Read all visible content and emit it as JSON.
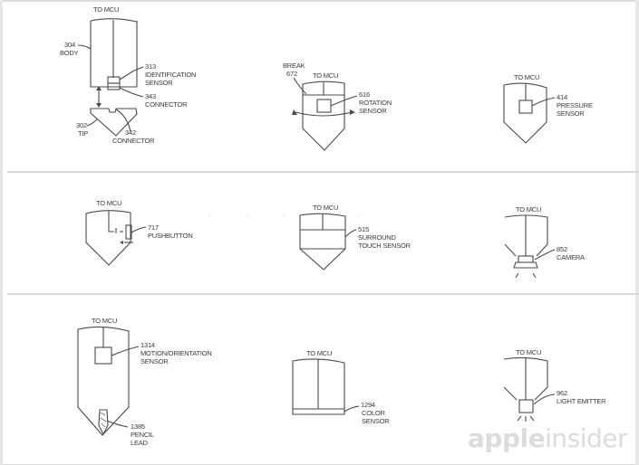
{
  "figure": {
    "type": "patent-drawing",
    "common_label": "TO MCU",
    "rows": [
      {
        "panels": [
          {
            "id": "identification-sensor-stylus",
            "top_label": "TO MCU",
            "callouts": [
              {
                "number": "304",
                "text": "BODY"
              },
              {
                "number": "313",
                "text": "IDENTIFICATION SENSOR",
                "line1": "IDENTIFICATION",
                "line2": "SENSOR"
              },
              {
                "number": "343",
                "text": "CONNECTOR"
              },
              {
                "number": "302",
                "text": "TIP"
              },
              {
                "number": "342",
                "text": "CONNECTOR"
              }
            ]
          },
          {
            "id": "rotation-sensor-stylus",
            "top_label": "TO MCU",
            "callouts": [
              {
                "number": "672",
                "text": "BREAK"
              },
              {
                "number": "616",
                "text": "ROTATION SENSOR",
                "line1": "ROTATION",
                "line2": "SENSOR"
              }
            ]
          },
          {
            "id": "pressure-sensor-stylus",
            "top_label": "TO MCU",
            "callouts": [
              {
                "number": "414",
                "text": "PRESSURE SENSOR",
                "line1": "PRESSURE",
                "line2": "SENSOR"
              }
            ]
          }
        ]
      },
      {
        "panels": [
          {
            "id": "pushbutton-stylus",
            "top_label": "TO MCU",
            "callouts": [
              {
                "number": "717",
                "text": "PUSHBUTTON"
              }
            ]
          },
          {
            "id": "surround-touch-sensor-stylus",
            "top_label": "TO MCU",
            "callouts": [
              {
                "number": "515",
                "text": "SURROUND TOUCH SENSOR",
                "line1": "SURROUND",
                "line2": "TOUCH SENSOR"
              }
            ]
          },
          {
            "id": "camera-stylus",
            "top_label": "TO MCU",
            "callouts": [
              {
                "number": "852",
                "text": "CAMERA"
              }
            ]
          }
        ]
      },
      {
        "panels": [
          {
            "id": "motion-orientation-sensor-stylus",
            "top_label": "TO MCU",
            "callouts": [
              {
                "number": "1314",
                "text": "MOTION/ORIENTATION SENSOR",
                "line1": "MOTION/ORIENTATION",
                "line2": "SENSOR"
              },
              {
                "number": "1385",
                "text": "PENCIL LEAD",
                "line1": "PENCIL",
                "line2": "LEAD"
              }
            ]
          },
          {
            "id": "color-sensor-stylus",
            "top_label": "TO MCU",
            "callouts": [
              {
                "number": "1294",
                "text": "COLOR SENSOR",
                "line1": "COLOR",
                "line2": "SENSOR"
              }
            ]
          },
          {
            "id": "light-emitter-stylus",
            "top_label": "TO MCU",
            "callouts": [
              {
                "number": "962",
                "text": "LIGHT EMITTER"
              }
            ]
          }
        ]
      }
    ]
  },
  "watermark": {
    "bold_part": "apple",
    "light_part": "insider"
  },
  "colors": {
    "line": "#4a4a4a",
    "text": "#3a3a3a",
    "divider": "#d9d9d9",
    "watermark": "#dcdcdc",
    "background": "#ffffff"
  }
}
